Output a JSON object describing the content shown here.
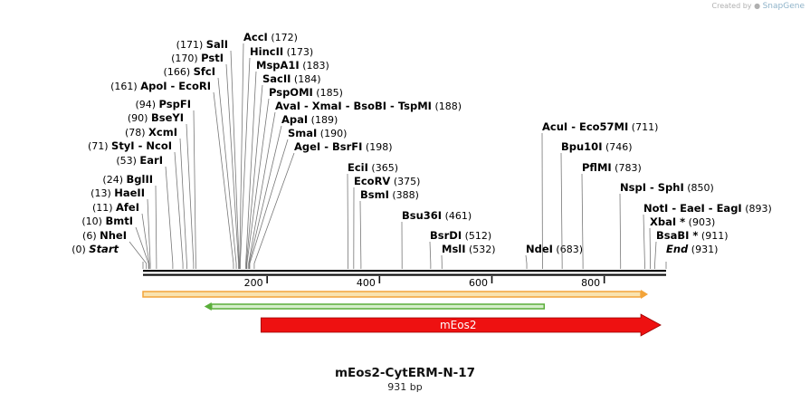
{
  "credit": {
    "prefix": "Created by",
    "brand": "SnapGene"
  },
  "title": "mEos2-CytERM-N-17",
  "length_label": "931 bp",
  "sequence_length": 931,
  "ruler_ticks": [
    200,
    400,
    600,
    800
  ],
  "sites": [
    {
      "pos": 0,
      "names": [
        "Start"
      ],
      "num": "(0)",
      "italic": true
    },
    {
      "pos": 6,
      "names": [
        "NheI"
      ],
      "num": "(6)"
    },
    {
      "pos": 10,
      "names": [
        "BmtI"
      ],
      "num": "(10)"
    },
    {
      "pos": 11,
      "names": [
        "AfeI"
      ],
      "num": "(11)"
    },
    {
      "pos": 13,
      "names": [
        "HaeII"
      ],
      "num": "(13)"
    },
    {
      "pos": 24,
      "names": [
        "BglII"
      ],
      "num": "(24)"
    },
    {
      "pos": 53,
      "names": [
        "EarI"
      ],
      "num": "(53)"
    },
    {
      "pos": 71,
      "names": [
        "StyI",
        "NcoI"
      ],
      "num": "(71)"
    },
    {
      "pos": 78,
      "names": [
        "XcmI"
      ],
      "num": "(78)"
    },
    {
      "pos": 90,
      "names": [
        "BseYI"
      ],
      "num": "(90)"
    },
    {
      "pos": 94,
      "names": [
        "PspFI"
      ],
      "num": "(94)"
    },
    {
      "pos": 161,
      "names": [
        "ApoI",
        "EcoRI"
      ],
      "num": "(161)"
    },
    {
      "pos": 166,
      "names": [
        "SfcI"
      ],
      "num": "(166)"
    },
    {
      "pos": 170,
      "names": [
        "PstI"
      ],
      "num": "(170)"
    },
    {
      "pos": 171,
      "names": [
        "SalI"
      ],
      "num": "(171)"
    },
    {
      "pos": 172,
      "names": [
        "AccI"
      ],
      "num": "(172)"
    },
    {
      "pos": 173,
      "names": [
        "HincII"
      ],
      "num": "(173)"
    },
    {
      "pos": 183,
      "names": [
        "MspA1I"
      ],
      "num": "(183)"
    },
    {
      "pos": 184,
      "names": [
        "SacII"
      ],
      "num": "(184)"
    },
    {
      "pos": 185,
      "names": [
        "PspOMI"
      ],
      "num": "(185)"
    },
    {
      "pos": 188,
      "names": [
        "AvaI",
        "XmaI",
        "BsoBI",
        "TspMI"
      ],
      "num": "(188)"
    },
    {
      "pos": 189,
      "names": [
        "ApaI"
      ],
      "num": "(189)"
    },
    {
      "pos": 190,
      "names": [
        "SmaI"
      ],
      "num": "(190)"
    },
    {
      "pos": 198,
      "names": [
        "AgeI",
        "BsrFI"
      ],
      "num": "(198)"
    },
    {
      "pos": 365,
      "names": [
        "EciI"
      ],
      "num": "(365)"
    },
    {
      "pos": 375,
      "names": [
        "EcoRV"
      ],
      "num": "(375)"
    },
    {
      "pos": 388,
      "names": [
        "BsmI"
      ],
      "num": "(388)"
    },
    {
      "pos": 461,
      "names": [
        "Bsu36I"
      ],
      "num": "(461)"
    },
    {
      "pos": 512,
      "names": [
        "BsrDI"
      ],
      "num": "(512)"
    },
    {
      "pos": 532,
      "names": [
        "MslI"
      ],
      "num": "(532)"
    },
    {
      "pos": 683,
      "names": [
        "NdeI"
      ],
      "num": "(683)"
    },
    {
      "pos": 711,
      "names": [
        "AcuI",
        "Eco57MI"
      ],
      "num": "(711)"
    },
    {
      "pos": 746,
      "names": [
        "Bpu10I"
      ],
      "num": "(746)"
    },
    {
      "pos": 783,
      "names": [
        "PflMI"
      ],
      "num": "(783)"
    },
    {
      "pos": 850,
      "names": [
        "NspI",
        "SphI"
      ],
      "num": "(850)"
    },
    {
      "pos": 893,
      "names": [
        "NotI",
        "EaeI",
        "EagI"
      ],
      "num": "(893)"
    },
    {
      "pos": 903,
      "names": [
        "XbaI *"
      ],
      "num": "(903)"
    },
    {
      "pos": 911,
      "names": [
        "BsaBI *"
      ],
      "num": "(911)"
    },
    {
      "pos": 931,
      "names": [
        "End"
      ],
      "num": "(931)",
      "italic": true
    }
  ],
  "features": [
    {
      "name": "",
      "start": 0,
      "end": 886,
      "color": "#f3a43a",
      "inner": "#f9e3b0"
    },
    {
      "name": "",
      "start": 122,
      "end": 714,
      "color": "#5aae3a",
      "inner": "#d6efcb"
    },
    {
      "name": "mEos2",
      "start": 210,
      "end": 886,
      "color": "#ee1111"
    }
  ]
}
